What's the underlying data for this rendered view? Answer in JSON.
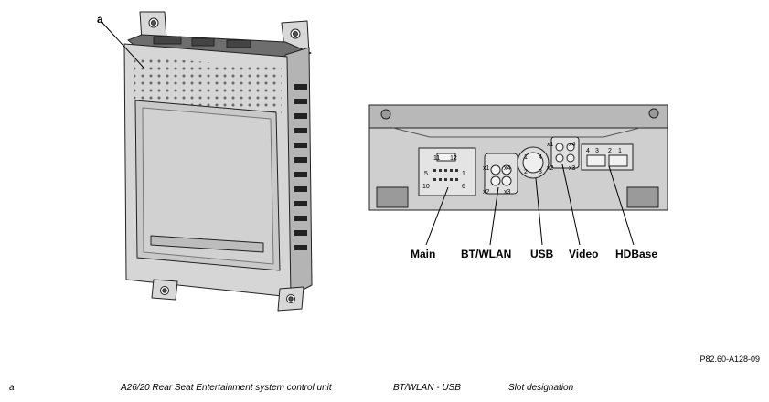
{
  "labels": {
    "a": "a",
    "main": "Main",
    "btwlan": "BT/WLAN",
    "usb": "USB",
    "video": "Video",
    "hdbase": "HDBase"
  },
  "pins": {
    "main": [
      "11",
      "12",
      "5",
      "1",
      "10",
      "6"
    ],
    "bt": [
      "x1",
      "x4",
      "x2",
      "x3"
    ],
    "usb": [
      "1",
      "4",
      "2",
      "3"
    ],
    "video": [
      "x1",
      "x4",
      "x2",
      "x3"
    ],
    "hd": [
      "4",
      "3",
      "2",
      "1"
    ]
  },
  "reference": "P82.60-A128-09",
  "legend": {
    "key": "a",
    "description": "A26/20 Rear Seat Entertainment system control unit",
    "term": "BT/WLAN - USB",
    "meaning": "Slot designation"
  }
}
